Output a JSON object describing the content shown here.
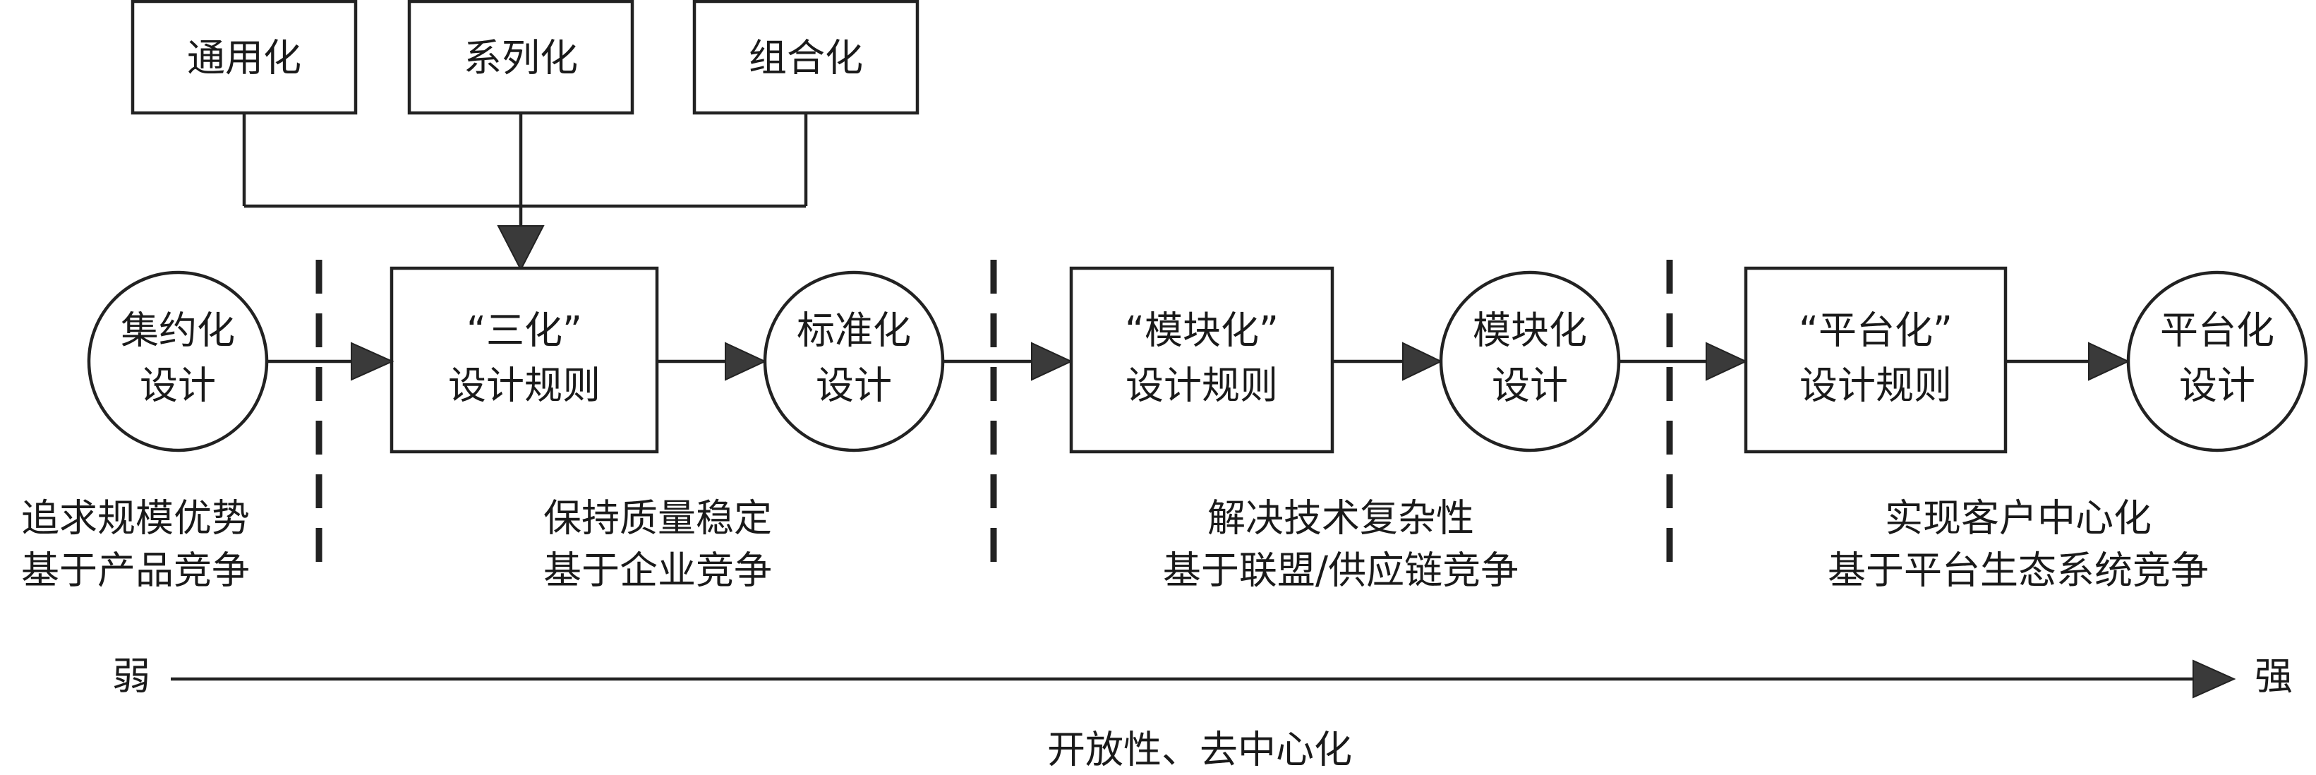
{
  "top_boxes": [
    "通用化",
    "系列化",
    "组合化"
  ],
  "nodes": {
    "n1": {
      "line1": "集约化",
      "line2": "设计"
    },
    "r1": {
      "line1": "“三化”",
      "line2": "设计规则"
    },
    "n2": {
      "line1": "标准化",
      "line2": "设计"
    },
    "r2": {
      "line1": "“模块化”",
      "line2": "设计规则"
    },
    "n3": {
      "line1": "模块化",
      "line2": "设计"
    },
    "r3": {
      "line1": "“平台化”",
      "line2": "设计规则"
    },
    "n4": {
      "line1": "平台化",
      "line2": "设计"
    }
  },
  "stage_notes": [
    {
      "line1": "追求规模优势",
      "line2": "基于产品竞争"
    },
    {
      "line1": "保持质量稳定",
      "line2": "基于企业竞争"
    },
    {
      "line1": "解决技术复杂性",
      "line2": "基于联盟/供应链竞争"
    },
    {
      "line1": "实现客户中心化",
      "line2": "基于平台生态系统竞争"
    }
  ],
  "scale": {
    "weak_label": "弱",
    "strong_label": "强",
    "caption": "开放性、去中心化"
  }
}
